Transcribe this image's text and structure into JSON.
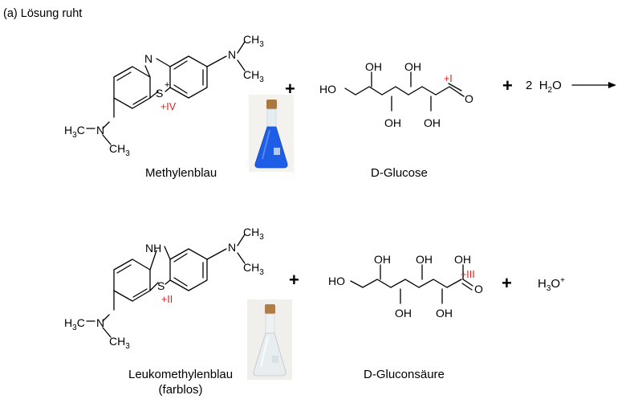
{
  "heading": "(a) Lösung ruht",
  "reaction_top": {
    "reactant1": {
      "name": "Methylenblau",
      "atom_N_ring": "N",
      "atom_S": "S",
      "charge": "+",
      "nme2_top_N": "N",
      "nme2_top_me1": "CH",
      "nme2_top_me2": "CH",
      "nme2_bottom_N": "N",
      "nme2_bottom_me1": "H",
      "nme2_bottom_me2": "CH",
      "sub3": "3",
      "ox_state": "+IV",
      "flask_color": "#1e5ee6"
    },
    "plus1": "+",
    "reactant2": {
      "name": "D-Glucose",
      "ho": "HO",
      "oh": "OH",
      "o": "O",
      "ox_state": "+I"
    },
    "plus2": "+",
    "water": {
      "coef": "2",
      "h": "H",
      "sub": "2",
      "o": "O"
    }
  },
  "reaction_bottom": {
    "product1": {
      "name_line1": "Leukomethylenblau",
      "name_line2": "(farblos)",
      "atom_NH": "NH",
      "atom_S": "S",
      "ox_state": "+II",
      "flask_color": "#e8eef0"
    },
    "plus1": "+",
    "product2": {
      "name": "D-Gluconsäure",
      "ho": "HO",
      "oh": "OH",
      "o": "O",
      "ox_state": "+III"
    },
    "plus2": "+",
    "hydronium": {
      "h": "H",
      "sub": "3",
      "o": "O",
      "charge": "+"
    }
  }
}
